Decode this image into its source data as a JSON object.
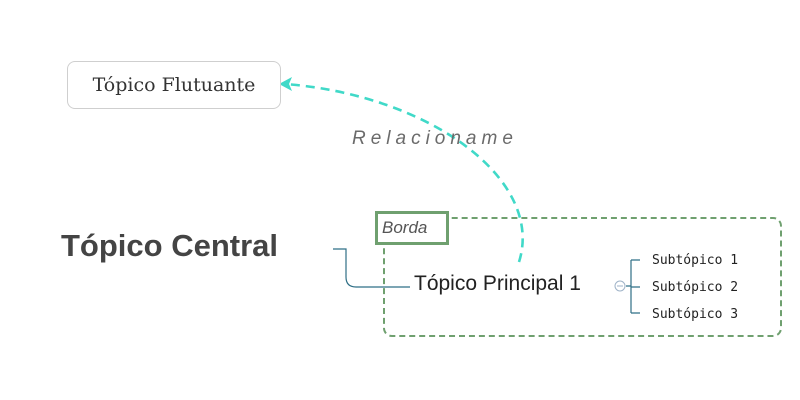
{
  "floating_topic": {
    "label": "Tópico Flutuante"
  },
  "central_topic": {
    "label": "Tópico Central"
  },
  "relationship": {
    "label": "Relacionamento",
    "color": "#40d9c8"
  },
  "boundary": {
    "label": "Borda",
    "color": "#6fa06f"
  },
  "main_topic": {
    "label": "Tópico Principal 1"
  },
  "subtopics": [
    {
      "label": "Subtópico 1"
    },
    {
      "label": "Subtópico 2"
    },
    {
      "label": "Subtópico 3"
    }
  ],
  "connector_color": "#2f6f86"
}
